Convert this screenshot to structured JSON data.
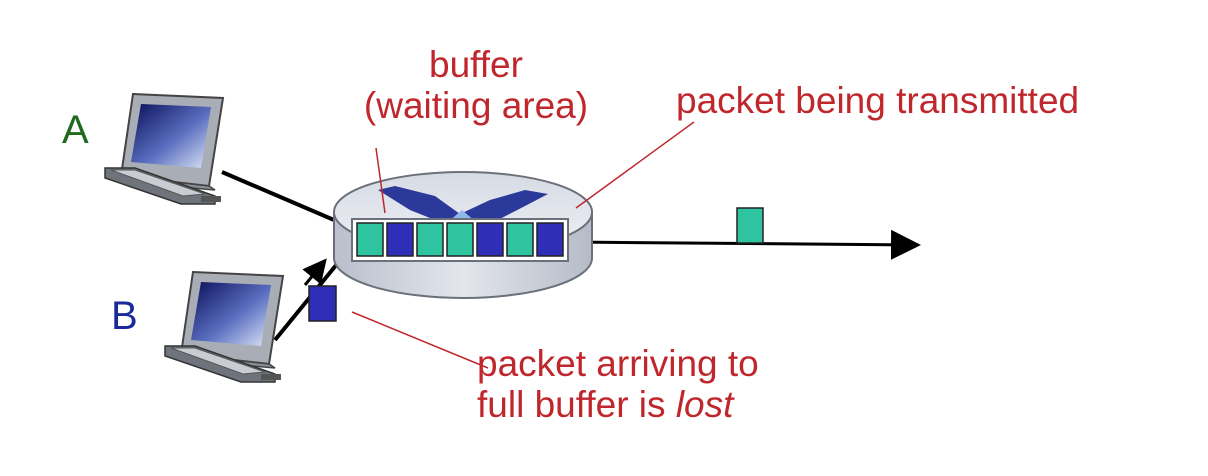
{
  "hosts": [
    {
      "id": "A",
      "label": "A",
      "color": "#1e6b1e"
    },
    {
      "id": "B",
      "label": "B",
      "color": "#1a2a9a"
    }
  ],
  "annotations": {
    "buffer": {
      "line1": "buffer",
      "line2": "(waiting area)"
    },
    "transmitted": "packet being transmitted",
    "lost": {
      "line1": "packet arriving to",
      "line2_prefix": "full buffer is ",
      "line2_emphasis": "lost"
    }
  },
  "buffer_queue": [
    "green",
    "blue",
    "green",
    "green",
    "blue",
    "green",
    "blue"
  ],
  "packet_in_transit": "green",
  "packet_arriving": "blue",
  "colors": {
    "annotation": "#c0272d",
    "packet_green": "#2ec4a0",
    "packet_blue": "#2e2eb8",
    "router_top": "#dfe3ea",
    "router_side": "#c6ccd6",
    "router_arrows": "#2b3a9a"
  }
}
